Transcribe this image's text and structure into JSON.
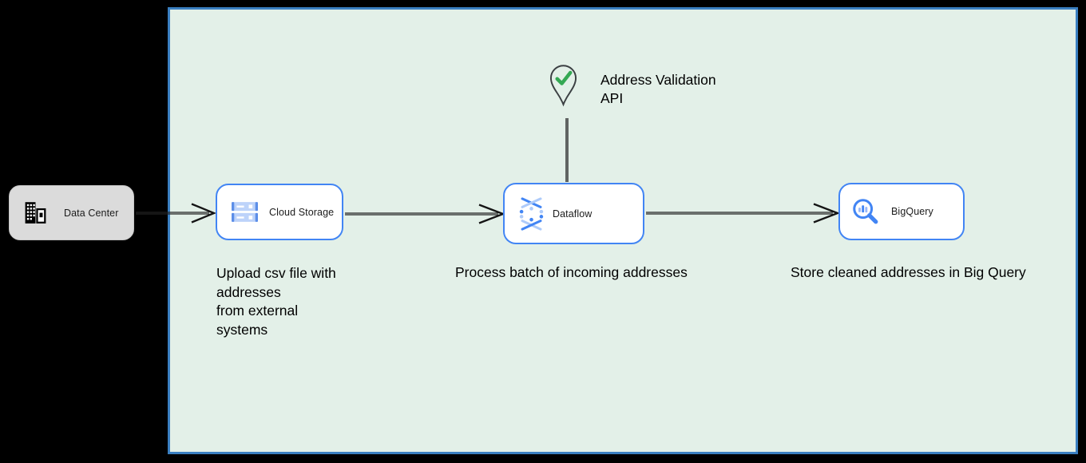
{
  "external": {
    "data_center": {
      "label": "Data Center",
      "icon": "building-icon"
    }
  },
  "nodes": {
    "cloud_storage": {
      "label": "Cloud Storage",
      "icon": "cloud-storage-icon",
      "caption": "Upload csv file with\naddresses\nfrom external\nsystems"
    },
    "dataflow": {
      "label": "Dataflow",
      "icon": "dataflow-icon",
      "caption": "Process batch of incoming addresses"
    },
    "bigquery": {
      "label": "BigQuery",
      "icon": "bigquery-icon",
      "caption": "Store cleaned addresses in Big Query"
    }
  },
  "api_marker": {
    "label": "Address Validation\nAPI",
    "icon": "map-pin-check-icon",
    "check_color": "#34A853"
  },
  "colors": {
    "page_background": "#000000",
    "boundary_fill": "#E3F0E8",
    "boundary_border": "#3A7FC1",
    "node_border": "#4285F4",
    "node_fill": "#FFFFFF",
    "datacenter_fill": "#DBDBDB",
    "connector": "#1A1A1A",
    "icon_blue": "#4285F4",
    "icon_light_blue": "#AECBFA",
    "check_green": "#34A853"
  }
}
